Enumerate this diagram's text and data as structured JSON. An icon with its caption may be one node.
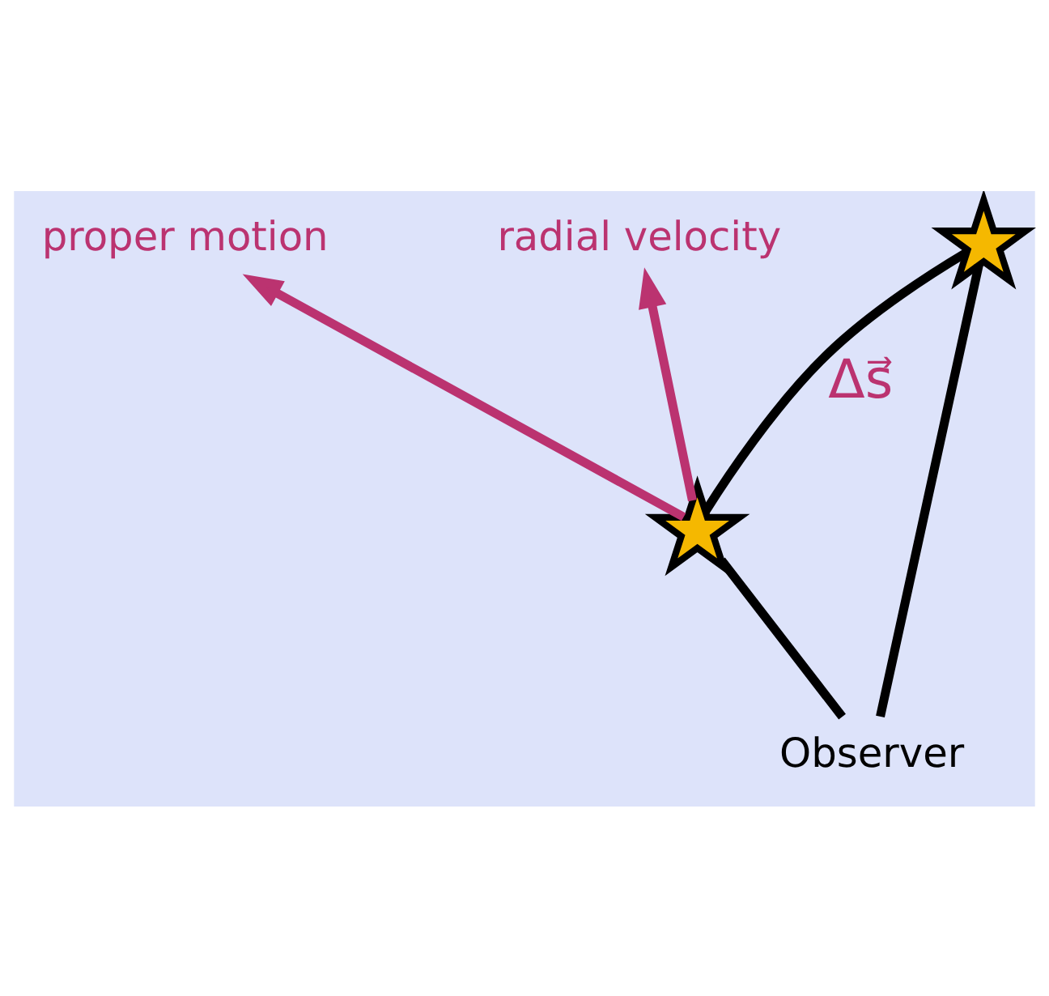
{
  "diagram": {
    "nodes": [
      {
        "text": [
          "proper motion"
        ]
      },
      {
        "text": [
          "radial velocity"
        ]
      },
      {
        "text": [],
        "shape": "star"
      },
      {
        "text": [],
        "shape": "star"
      },
      {
        "text": [
          "Observer"
        ]
      }
    ],
    "edges": [
      {
        "from": 2,
        "to": 0,
        "arrow": "to",
        "color": "#bb3370"
      },
      {
        "from": 2,
        "to": 1,
        "arrow": "to",
        "color": "#bb3370"
      },
      {
        "from": 2,
        "to": 3,
        "arrow": "none",
        "label": "Δs⃗"
      },
      {
        "from": 4,
        "to": 2,
        "arrow": "none"
      },
      {
        "from": 4,
        "to": 3,
        "arrow": "none"
      }
    ]
  }
}
